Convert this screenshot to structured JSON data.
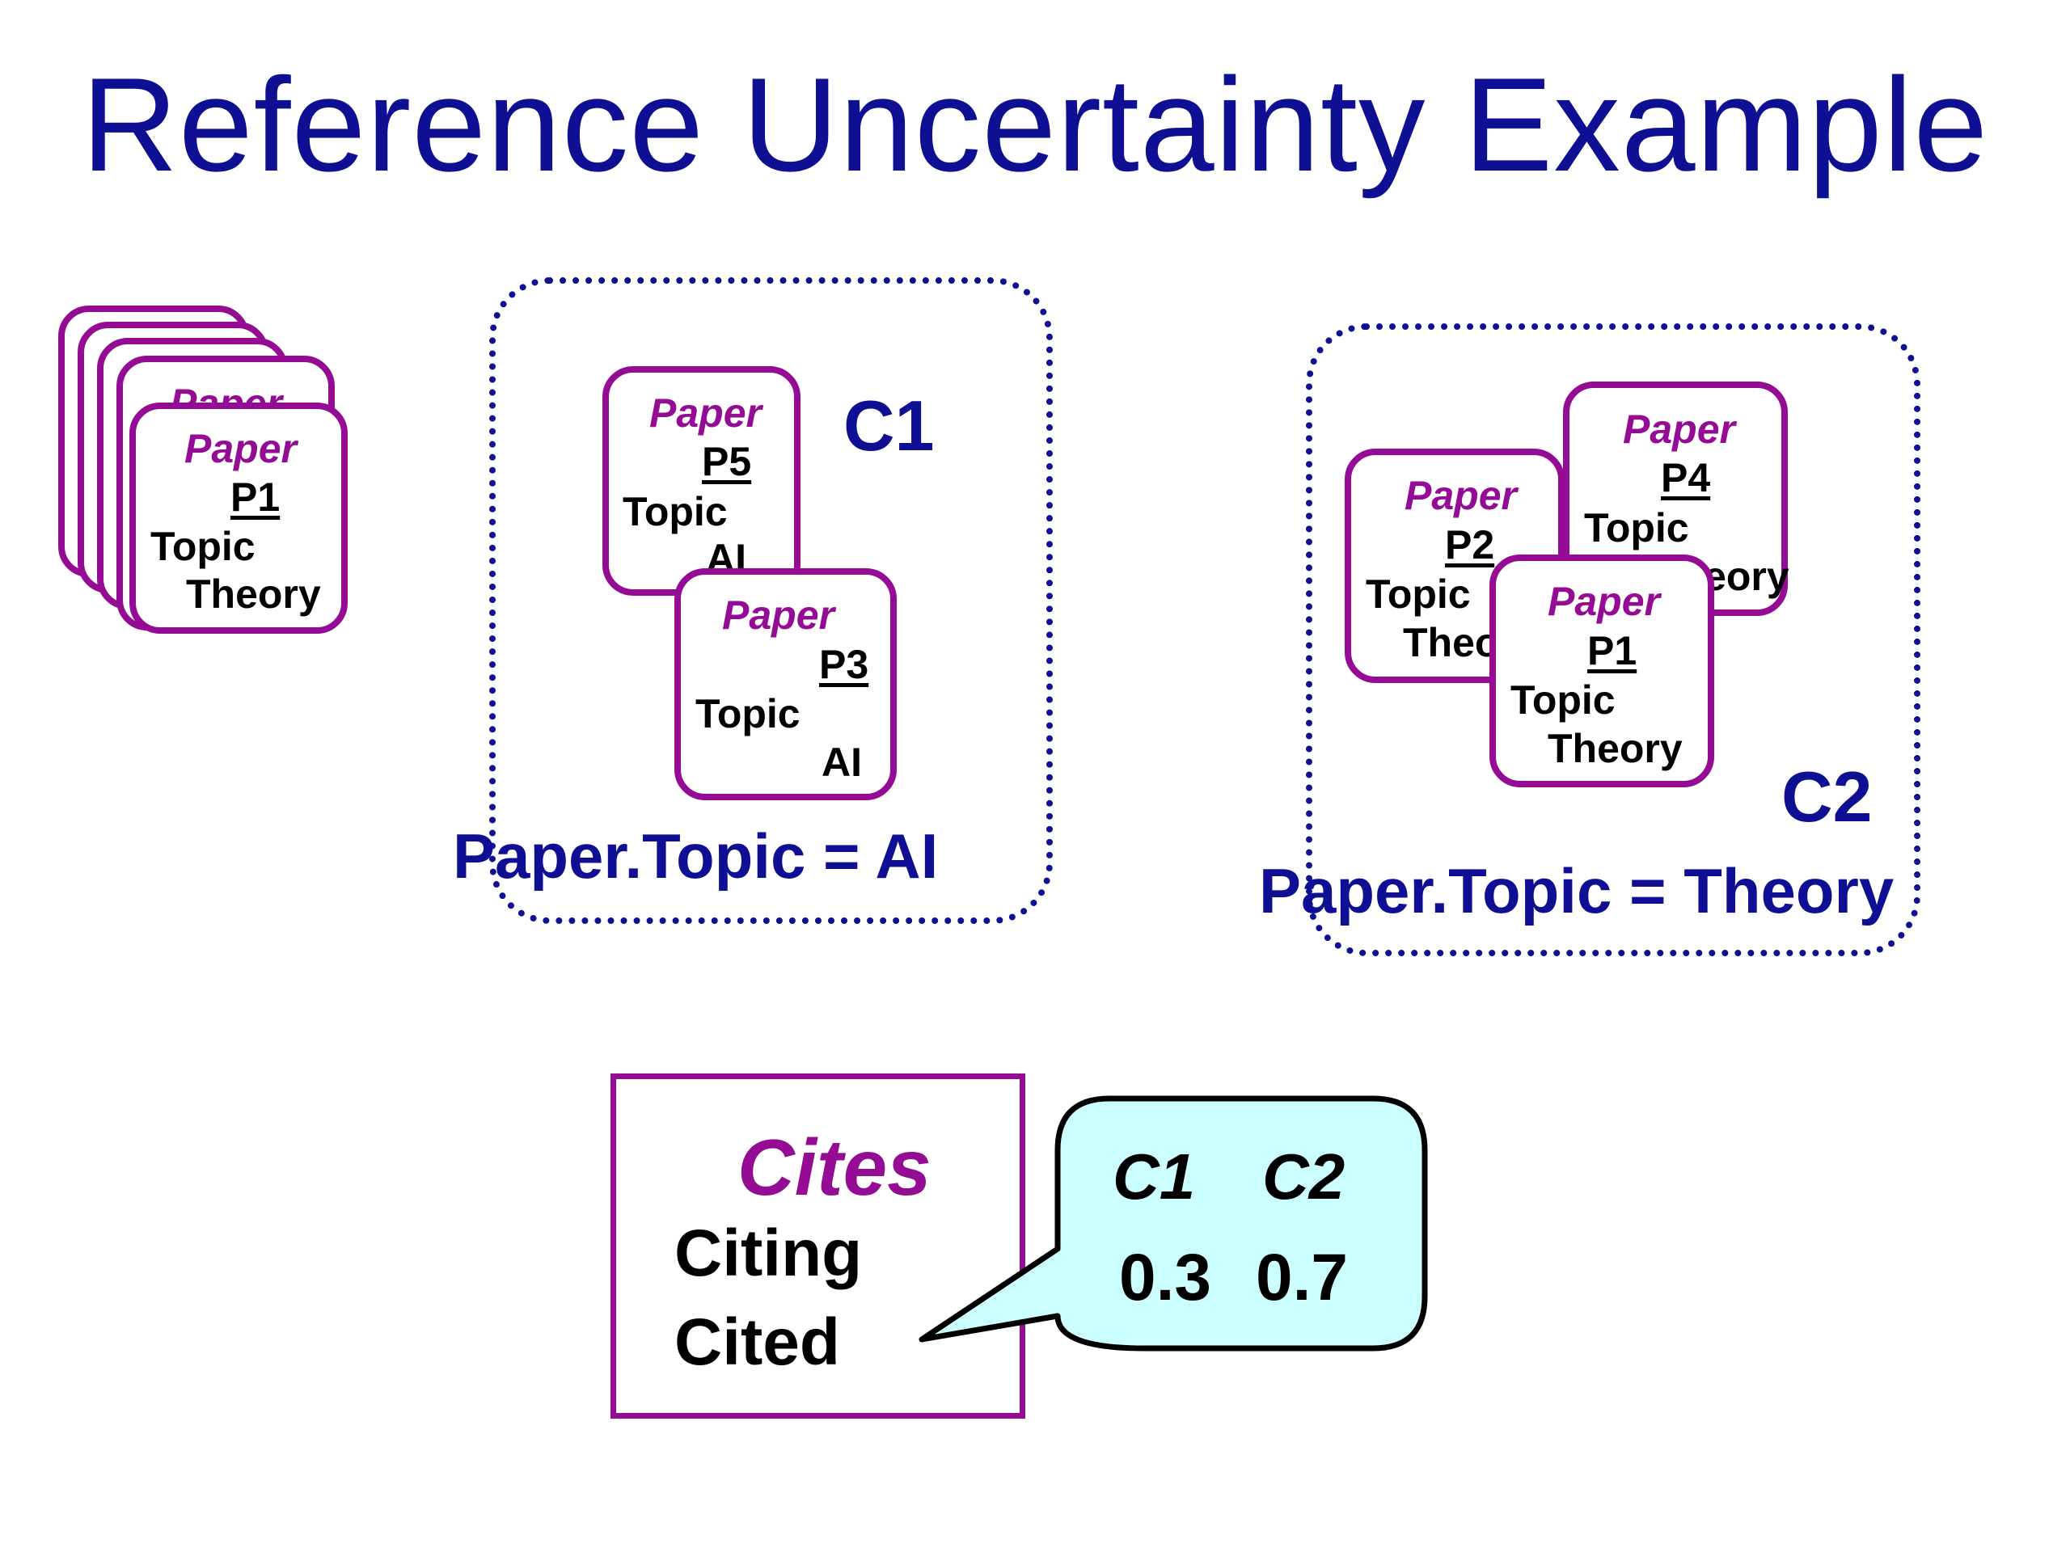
{
  "title": "Reference Uncertainty Example",
  "colors": {
    "title": "#0f0f94",
    "card_border": "#940c94",
    "callout_fill": "#ccffff"
  },
  "stack_card": {
    "header_behind": "Paper",
    "header": "Paper",
    "id": "P1",
    "attr": "Topic",
    "value": "Theory"
  },
  "clusters": [
    {
      "label": "C1",
      "expression": "Paper.Topic = AI",
      "cards": [
        {
          "header": "Paper",
          "id": "P5",
          "attr": "Topic",
          "value": "AI"
        },
        {
          "header": "Paper",
          "id": "P3",
          "attr": "Topic",
          "value": "AI"
        }
      ]
    },
    {
      "label": "C2",
      "expression": "Paper.Topic = Theory",
      "cards": [
        {
          "header": "Paper",
          "id": "P2",
          "attr": "Topic",
          "value": "Theory"
        },
        {
          "header": "Paper",
          "id": "P4",
          "attr": "Topic",
          "value": "Theory"
        },
        {
          "header": "Paper",
          "id": "P1",
          "attr": "Topic",
          "value": "Theory"
        }
      ]
    }
  ],
  "cites": {
    "title": "Cites",
    "attr1": "Citing",
    "attr2": "Cited"
  },
  "cpd_table": {
    "headers": [
      "C1",
      "C2"
    ],
    "values": [
      "0.3",
      "0.7"
    ]
  }
}
